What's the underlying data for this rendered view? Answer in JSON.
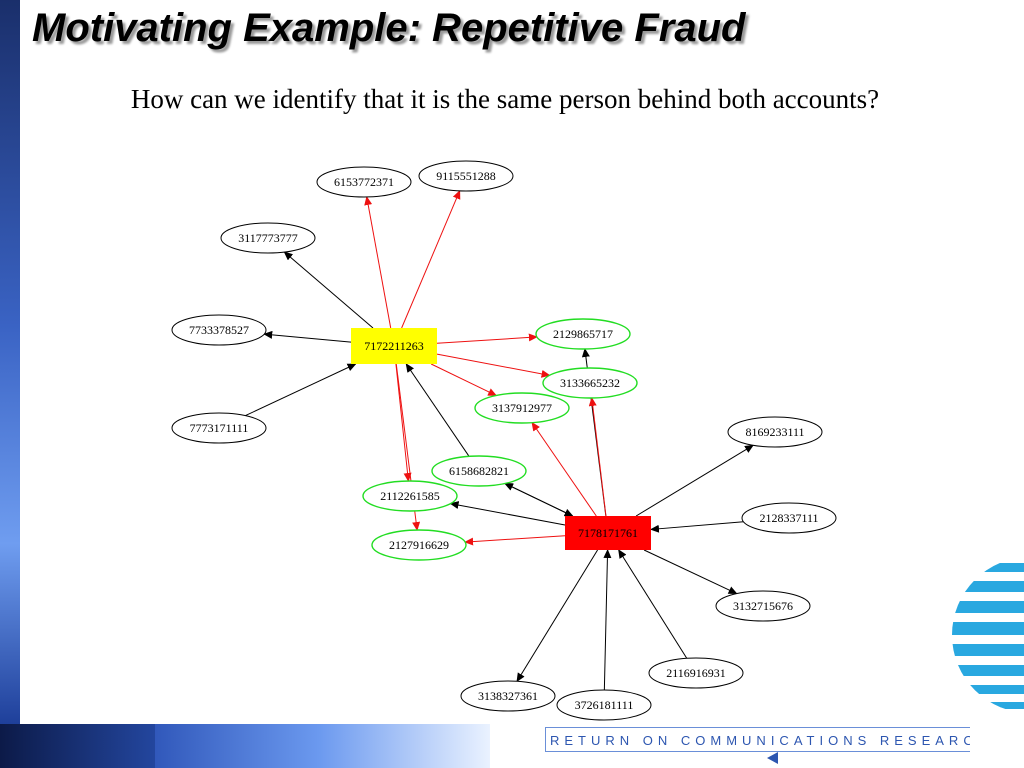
{
  "slide": {
    "title": "Motivating Example: Repetitive Fraud",
    "question": "How can we identify that it is the same person behind both accounts?",
    "footer": "RETURN ON COMMUNICATIONS RESEARCH"
  },
  "colors": {
    "hub_a": "#ffff00",
    "hub_b": "#ff0000",
    "shared_node_border": "#22dd22",
    "other_node_border": "#000000",
    "red_edge": "#ee1111",
    "black_edge": "#000000",
    "brand_blue": "#2d56b0"
  },
  "graph": {
    "nodes": [
      {
        "id": "7172211263",
        "label": "7172211263",
        "kind": "hub-a"
      },
      {
        "id": "7178171761",
        "label": "7178171761",
        "kind": "hub-b"
      },
      {
        "id": "6153772371",
        "label": "6153772371",
        "kind": "other"
      },
      {
        "id": "9115551288",
        "label": "9115551288",
        "kind": "other"
      },
      {
        "id": "3117773777",
        "label": "3117773777",
        "kind": "other"
      },
      {
        "id": "7733378527",
        "label": "7733378527",
        "kind": "other"
      },
      {
        "id": "7773171111",
        "label": "7773171111",
        "kind": "other"
      },
      {
        "id": "2129865717",
        "label": "2129865717",
        "kind": "shared"
      },
      {
        "id": "3133665232",
        "label": "3133665232",
        "kind": "shared"
      },
      {
        "id": "3137912977",
        "label": "3137912977",
        "kind": "shared"
      },
      {
        "id": "6158682821",
        "label": "6158682821",
        "kind": "shared"
      },
      {
        "id": "2112261585",
        "label": "2112261585",
        "kind": "shared"
      },
      {
        "id": "2127916629",
        "label": "2127916629",
        "kind": "shared"
      },
      {
        "id": "8169233111",
        "label": "8169233111",
        "kind": "other"
      },
      {
        "id": "2128337111",
        "label": "2128337111",
        "kind": "other"
      },
      {
        "id": "3132715676",
        "label": "3132715676",
        "kind": "other"
      },
      {
        "id": "2116916931",
        "label": "2116916931",
        "kind": "other"
      },
      {
        "id": "3138327361",
        "label": "3138327361",
        "kind": "other"
      },
      {
        "id": "3726181111",
        "label": "3726181111",
        "kind": "other"
      }
    ],
    "edges": [
      {
        "from": "7172211263",
        "to": "6153772371",
        "color": "red"
      },
      {
        "from": "7172211263",
        "to": "9115551288",
        "color": "red"
      },
      {
        "from": "7172211263",
        "to": "3117773777",
        "color": "black"
      },
      {
        "from": "7172211263",
        "to": "7733378527",
        "color": "black"
      },
      {
        "from": "7773171111",
        "to": "7172211263",
        "color": "black"
      },
      {
        "from": "7172211263",
        "to": "2129865717",
        "color": "red"
      },
      {
        "from": "7172211263",
        "to": "3133665232",
        "color": "red"
      },
      {
        "from": "7172211263",
        "to": "3137912977",
        "color": "red"
      },
      {
        "from": "7172211263",
        "to": "2112261585",
        "color": "red"
      },
      {
        "from": "7172211263",
        "to": "2127916629",
        "color": "red"
      },
      {
        "from": "6158682821",
        "to": "7172211263",
        "color": "black"
      },
      {
        "from": "7178171761",
        "to": "2129865717",
        "color": "black"
      },
      {
        "from": "7178171761",
        "to": "3133665232",
        "color": "red"
      },
      {
        "from": "7178171761",
        "to": "3137912977",
        "color": "red"
      },
      {
        "from": "7178171761",
        "to": "6158682821",
        "color": "black"
      },
      {
        "from": "6158682821",
        "to": "7178171761",
        "color": "black"
      },
      {
        "from": "7178171761",
        "to": "2112261585",
        "color": "black"
      },
      {
        "from": "7178171761",
        "to": "2127916629",
        "color": "red"
      },
      {
        "from": "7178171761",
        "to": "8169233111",
        "color": "black"
      },
      {
        "from": "2128337111",
        "to": "7178171761",
        "color": "black"
      },
      {
        "from": "7178171761",
        "to": "3132715676",
        "color": "black"
      },
      {
        "from": "2116916931",
        "to": "7178171761",
        "color": "black"
      },
      {
        "from": "7178171761",
        "to": "3138327361",
        "color": "black"
      },
      {
        "from": "3726181111",
        "to": "7178171761",
        "color": "black"
      }
    ]
  }
}
